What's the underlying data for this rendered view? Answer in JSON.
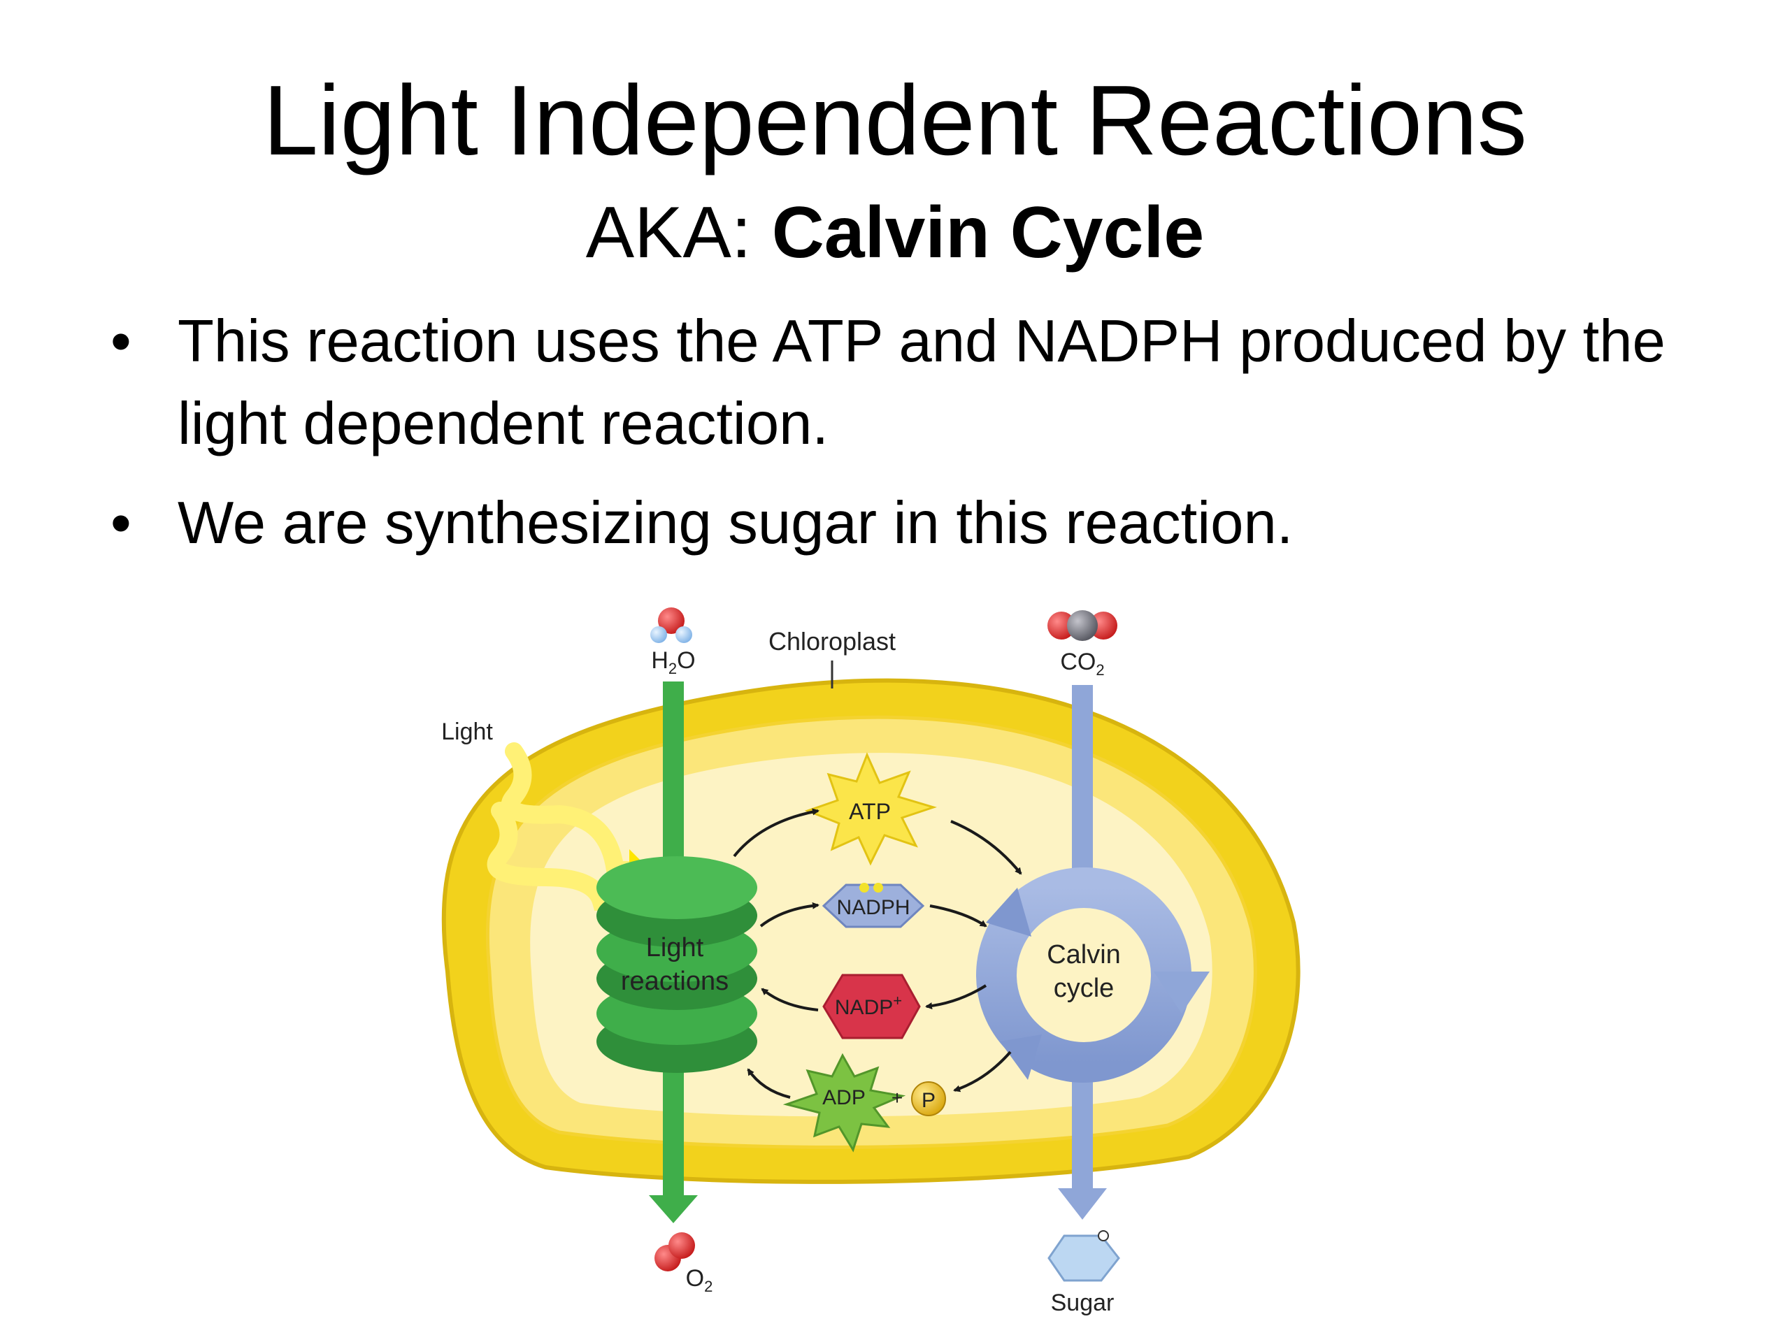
{
  "title": "Light Independent Reactions",
  "subtitle": {
    "prefix": "AKA:",
    "bold": "Calvin Cycle"
  },
  "bullets": [
    "This reaction uses the ATP and NADPH produced by the light dependent reaction.",
    "We are synthesizing sugar in this reaction."
  ],
  "diagram": {
    "chloroplast": "Chloroplast",
    "light": "Light",
    "water": {
      "main": "H",
      "sub": "2",
      "tail": "O"
    },
    "co2": {
      "main": "CO",
      "sub": "2"
    },
    "oxygen": {
      "main": "O",
      "sub": "2"
    },
    "sugar": "Sugar",
    "light_reactions": [
      "Light",
      "reactions"
    ],
    "calvin_cycle": [
      "Calvin",
      "cycle"
    ],
    "atp": "ATP",
    "nadph": "NADPH",
    "nadp": {
      "main": "NADP",
      "sup": "+"
    },
    "adp": "ADP",
    "plus": "+",
    "phosphate": "P",
    "colors": {
      "membrane_outer": "#f2d21c",
      "stroma": "#fdf3c4",
      "thylakoid": "#3fae4a",
      "calvin": "#8fa6d8",
      "atp": "#fbe54a",
      "nadph": "#9db0dc",
      "nadp": "#d8344a",
      "adp": "#7cc242"
    }
  }
}
